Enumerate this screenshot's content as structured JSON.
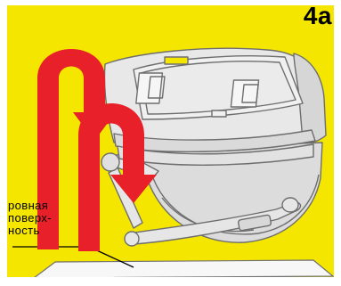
{
  "figure": {
    "step_label": "4a",
    "caption_lines": [
      "ровная",
      "поверх-",
      "ность"
    ]
  },
  "colors": {
    "background": "#f5e600",
    "arrow": "#e8202a",
    "device_body": "#e4e4e4",
    "device_outline": "#6e6e6e",
    "surface": "#f7f7f7",
    "border": "#ffffff"
  },
  "icons": {
    "rotation_arrows": "u-turn-arrow-icon"
  }
}
